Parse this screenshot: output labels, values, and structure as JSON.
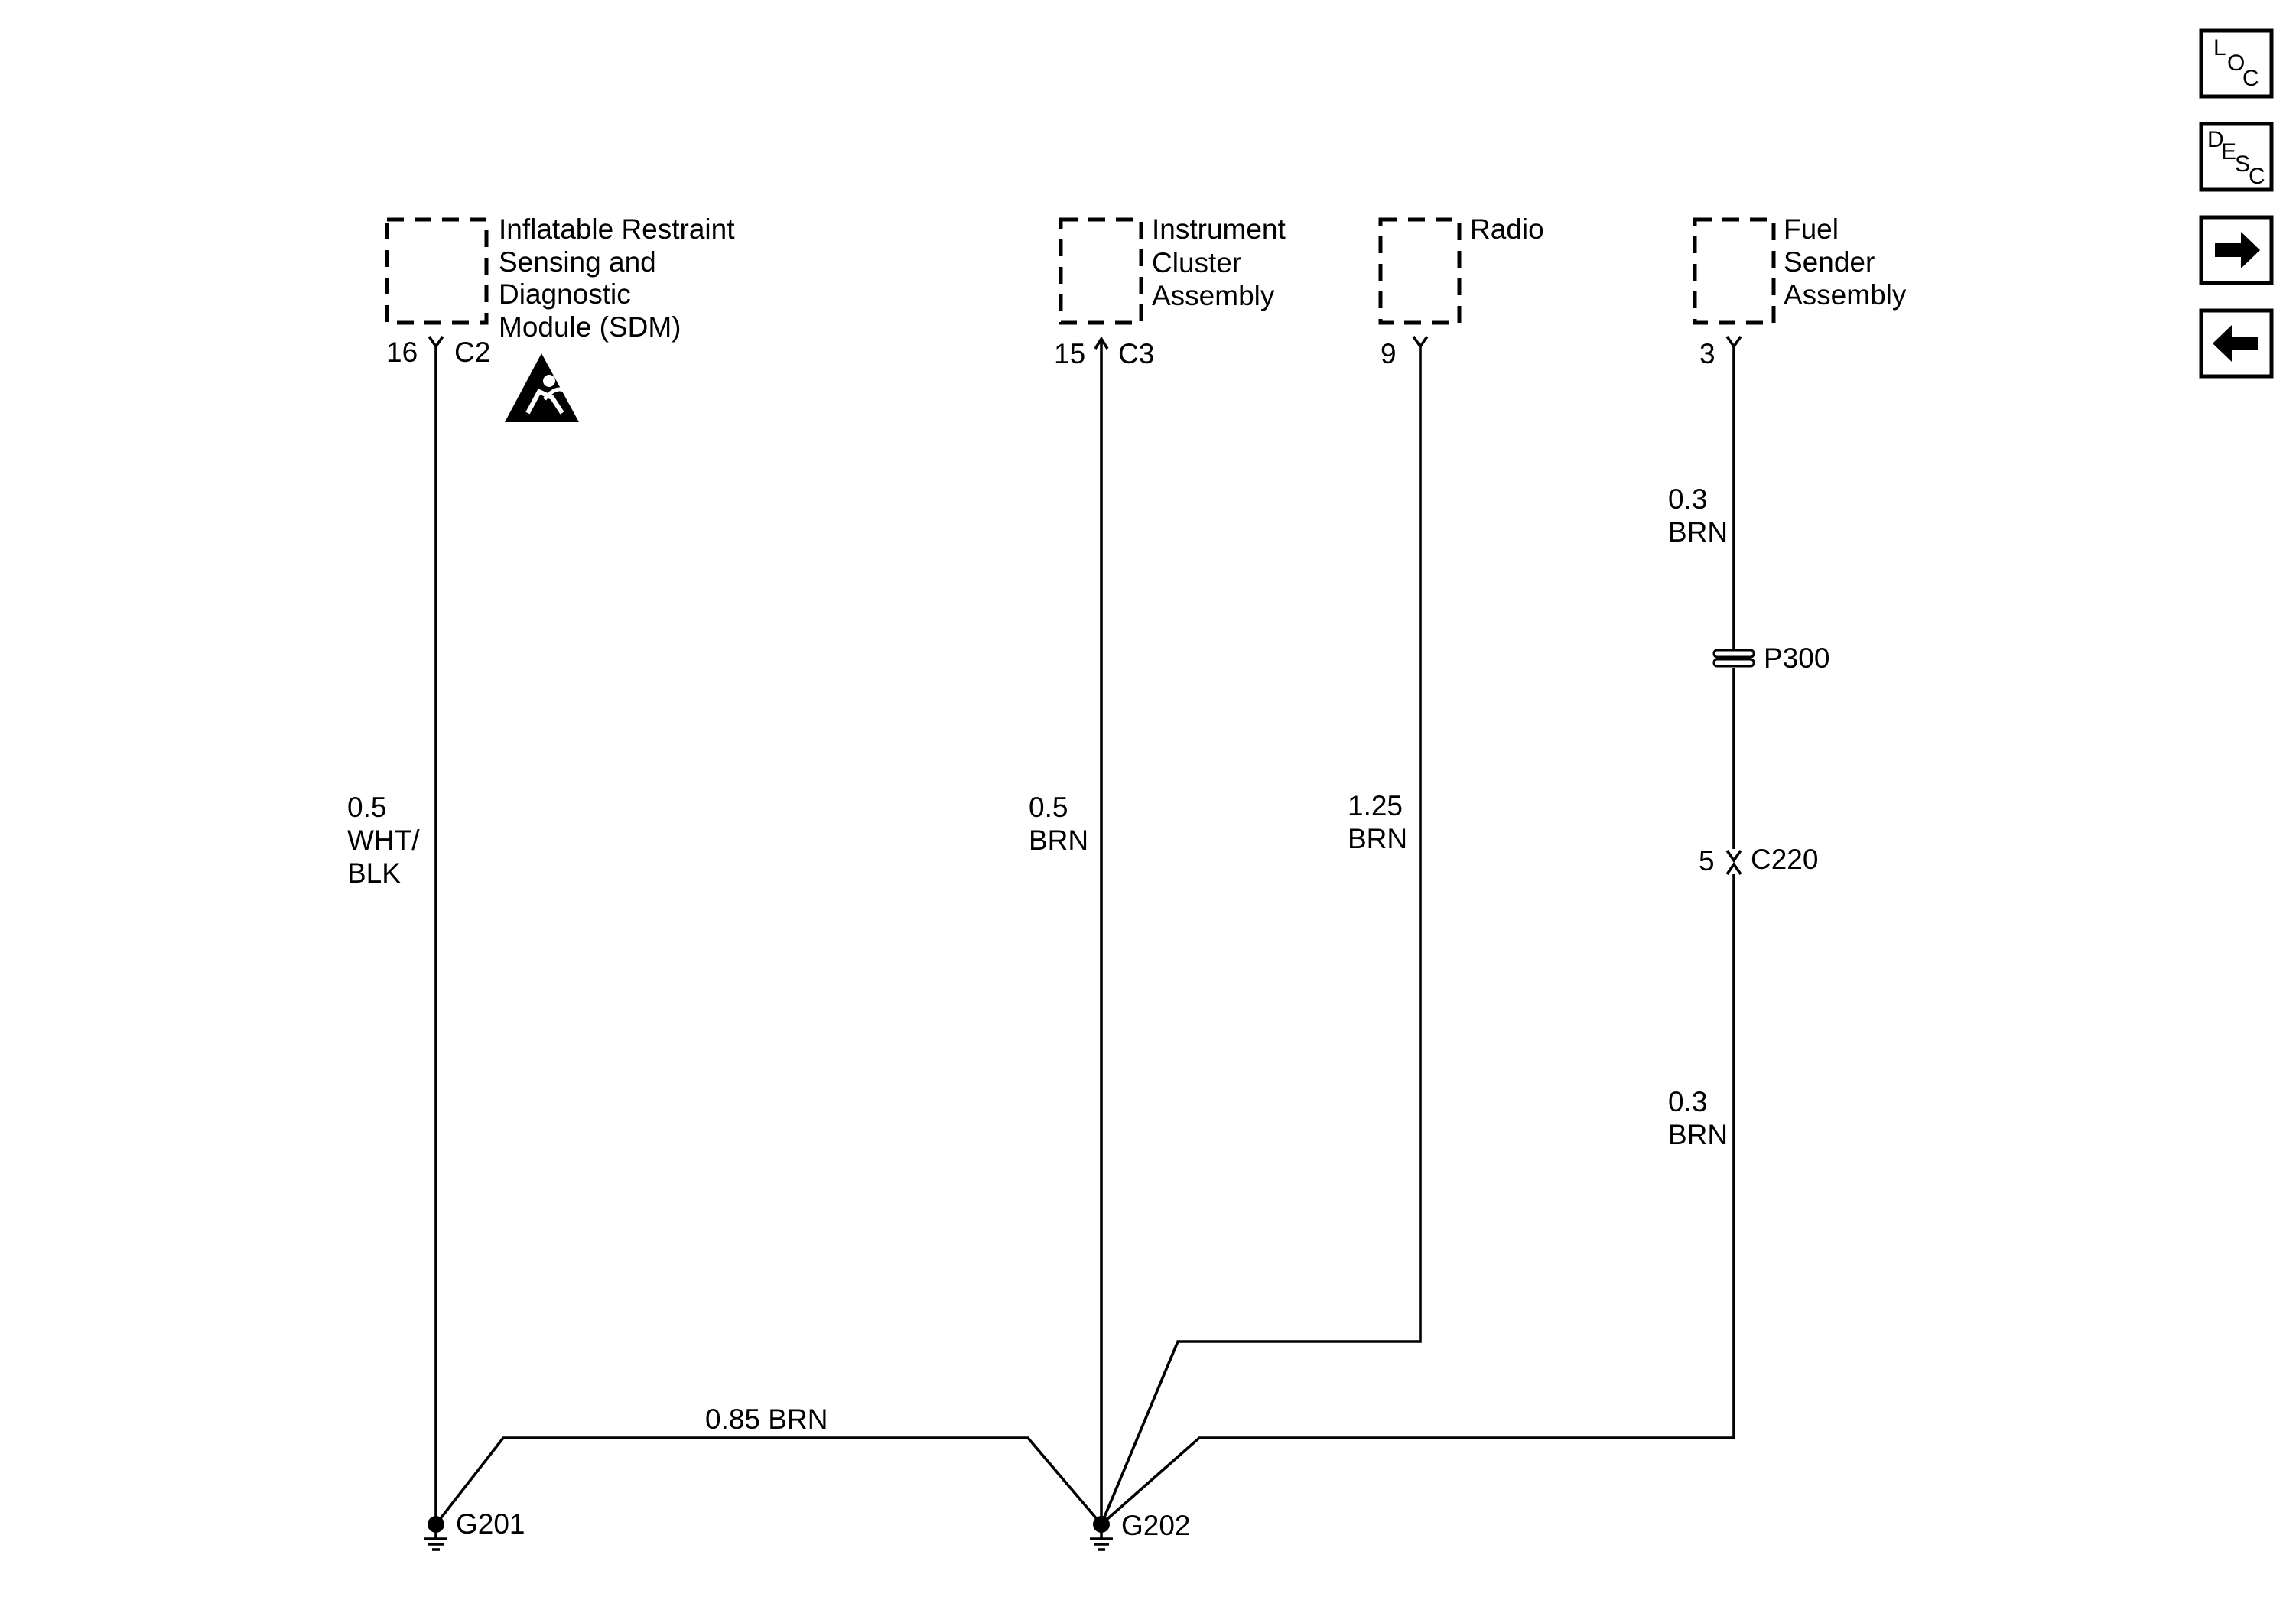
{
  "components": {
    "sdm": {
      "name_lines": [
        "Inflatable Restraint",
        "Sensing and",
        "Diagnostic",
        "Module (SDM)"
      ],
      "pin": "16",
      "connector": "C2"
    },
    "instrument_cluster": {
      "name_lines": [
        "Instrument",
        "Cluster",
        "Assembly"
      ],
      "pin": "15",
      "connector": "C3"
    },
    "radio": {
      "name_lines": [
        "Radio"
      ],
      "pin": "9"
    },
    "fuel_sender": {
      "name_lines": [
        "Fuel",
        "Sender",
        "Assembly"
      ],
      "pin": "3"
    }
  },
  "wires": {
    "sdm_wire": [
      "0.5",
      "WHT/",
      "BLK"
    ],
    "cluster_wire": [
      "0.5",
      "BRN"
    ],
    "radio_wire": [
      "1.25",
      "BRN"
    ],
    "fuel_upper": [
      "0.3",
      "BRN"
    ],
    "fuel_lower": [
      "0.3",
      "BRN"
    ],
    "ground_link": "0.85 BRN"
  },
  "splice": {
    "label": "P300"
  },
  "inline_connector": {
    "pin": "5",
    "label": "C220"
  },
  "grounds": {
    "left": "G201",
    "center": "G202"
  },
  "nav_buttons": {
    "loc": [
      "L",
      "O",
      "C"
    ],
    "desc": [
      "D",
      "E",
      "S",
      "C"
    ],
    "forward_icon": "arrow-right",
    "back_icon": "arrow-left"
  }
}
